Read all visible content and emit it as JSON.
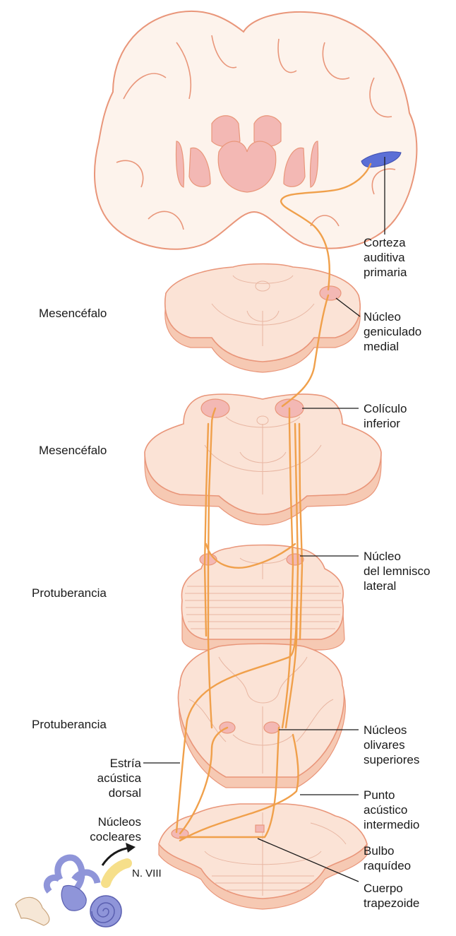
{
  "colors": {
    "tissue_fill": "#fbe3d6",
    "tissue_stroke": "#e9967a",
    "white_matter": "#fdf3ec",
    "nucleus_fill": "#f3b8b4",
    "pathway": "#f0a04b",
    "cortex_highlight": "#5b6fd6",
    "ear": "#8f95d9",
    "ear_dark": "#5a5fb0",
    "nerve": "#f6df8a",
    "leader_line": "#1a1a1a"
  },
  "left_labels": {
    "mesencefalo_1": "Mesencéfalo",
    "mesencefalo_2": "Mesencéfalo",
    "protuberancia_1": "Protuberancia",
    "protuberancia_2": "Protuberancia",
    "estria": [
      "Estría",
      "acústica",
      "dorsal"
    ],
    "nucleos_cocleares": [
      "Núcleos",
      "cocleares"
    ],
    "nerve": "N. VIII"
  },
  "right_labels": {
    "corteza": [
      "Corteza",
      "auditiva",
      "primaria"
    ],
    "geniculado": [
      "Núcleo",
      "geniculado",
      "medial"
    ],
    "coliculo": [
      "Colículo",
      "inferior"
    ],
    "lemnisco": [
      "Núcleo",
      "del lemnisco",
      "lateral"
    ],
    "olivares": [
      "Núcleos",
      "olivares",
      "superiores"
    ],
    "punto": [
      "Punto",
      "acústico",
      "intermedio"
    ],
    "bulbo": [
      "Bulbo",
      "raquídeo"
    ],
    "trapezoide": [
      "Cuerpo",
      "trapezoide"
    ]
  }
}
